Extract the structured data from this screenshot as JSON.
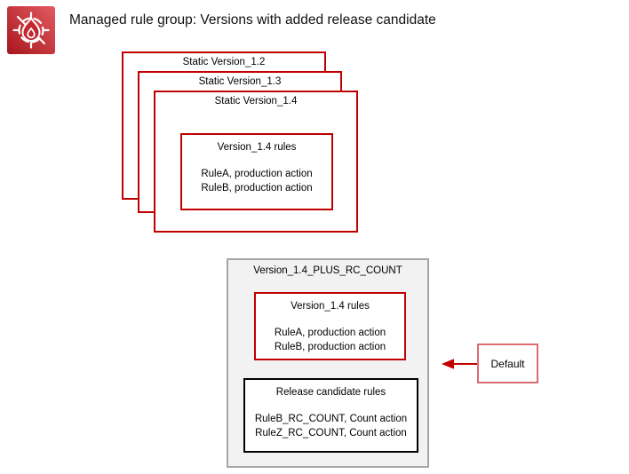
{
  "header": {
    "title": "Managed rule group: Versions with added release candidate",
    "icon": "waf-flame-target-icon"
  },
  "colors": {
    "box_border_red": "#c00000",
    "gray_border": "#a6a6a6",
    "gray_fill": "#f2f2f2",
    "black_border": "#000000",
    "default_border": "#da6c70",
    "arrow_red": "#c00000",
    "icon_gradient_dark": "#a9161d",
    "icon_gradient_light": "#e25a61"
  },
  "stack": {
    "versions": [
      {
        "label": "Static Version_1.2"
      },
      {
        "label": "Static Version_1.3"
      },
      {
        "label": "Static Version_1.4"
      }
    ],
    "rules_box": {
      "title": "Version_1.4 rules",
      "rules": [
        "RuleA, production action",
        "RuleB, production action"
      ]
    }
  },
  "rc_group": {
    "title": "Version_1.4_PLUS_RC_COUNT",
    "version_rules_box": {
      "title": "Version_1.4 rules",
      "rules": [
        "RuleA, production action",
        "RuleB, production action"
      ]
    },
    "release_candidate_box": {
      "title": "Release candidate rules",
      "rules": [
        "RuleB_RC_COUNT, Count action",
        "RuleZ_RC_COUNT, Count action"
      ]
    }
  },
  "default_pointer": {
    "label": "Default"
  }
}
